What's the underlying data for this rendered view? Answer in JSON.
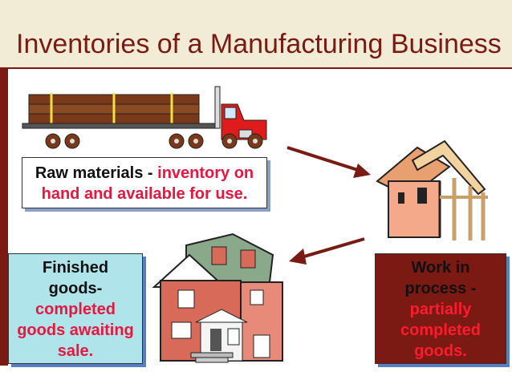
{
  "title": "Inventories of a Manufacturing Business",
  "raw": {
    "label": "Raw materials - ",
    "highlight_line1": "inventory on",
    "highlight_line2": "hand and available for use."
  },
  "finished": {
    "line1": "Finished",
    "line2": "goods-",
    "line3": "completed",
    "line4": "goods awaiting",
    "line5": "sale."
  },
  "wip": {
    "line1": "Work in",
    "line2": "process -",
    "line3": "partially",
    "line4": "completed",
    "line5": "goods."
  },
  "colors": {
    "accent_text": "#e8173f",
    "brand_dark": "#7a1a12",
    "finished_box": "#aee4ea"
  },
  "icons": [
    "log-truck-icon",
    "house-under-construction-icon",
    "finished-house-icon",
    "arrow-icon"
  ]
}
